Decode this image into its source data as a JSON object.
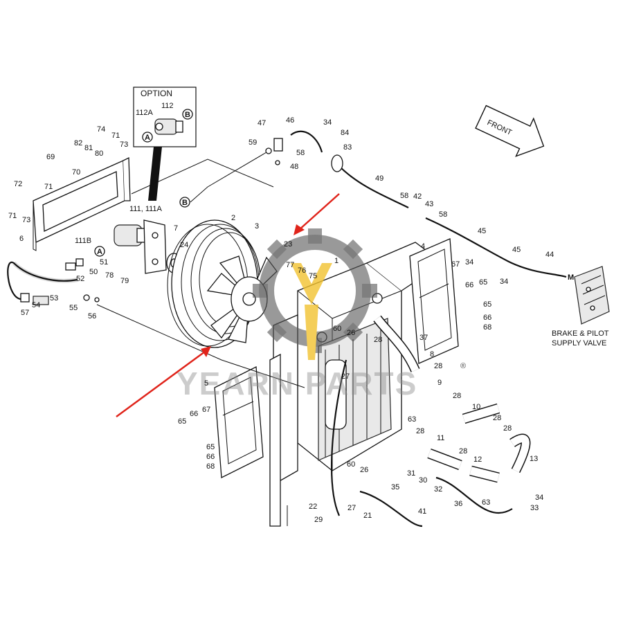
{
  "option_box": {
    "title": "OPTION",
    "labels": [
      "112",
      "112A"
    ],
    "marker_a": "A",
    "marker_b": "B"
  },
  "front_arrow_label": "FRONT",
  "valve_caption": [
    "BRAKE & PILOT",
    "SUPPLY VALVE"
  ],
  "valve_marker": "M",
  "watermark": {
    "text": "YEARN PARTS",
    "registered": "®",
    "accent_color": "#f2c230",
    "gear_color": "#555555"
  },
  "arrow_color": "#e0241b",
  "part_labels": [
    {
      "id": "l74",
      "text": "74"
    },
    {
      "id": "l71a",
      "text": "71"
    },
    {
      "id": "l82",
      "text": "82"
    },
    {
      "id": "l81",
      "text": "81"
    },
    {
      "id": "l80",
      "text": "80"
    },
    {
      "id": "l73a",
      "text": "73"
    },
    {
      "id": "l69",
      "text": "69"
    },
    {
      "id": "l70",
      "text": "70"
    },
    {
      "id": "l71b",
      "text": "71"
    },
    {
      "id": "l72",
      "text": "72"
    },
    {
      "id": "l71c",
      "text": "71"
    },
    {
      "id": "l73b",
      "text": "73"
    },
    {
      "id": "l6",
      "text": "6"
    },
    {
      "id": "l111",
      "text": "111, 111A"
    },
    {
      "id": "l7",
      "text": "7"
    },
    {
      "id": "l111b",
      "text": "111B"
    },
    {
      "id": "l24",
      "text": "24"
    },
    {
      "id": "l51",
      "text": "51"
    },
    {
      "id": "l50",
      "text": "50"
    },
    {
      "id": "l78",
      "text": "78"
    },
    {
      "id": "l79",
      "text": "79"
    },
    {
      "id": "l52",
      "text": "52"
    },
    {
      "id": "l53",
      "text": "53"
    },
    {
      "id": "l57",
      "text": "57"
    },
    {
      "id": "l54",
      "text": "54"
    },
    {
      "id": "l55",
      "text": "55"
    },
    {
      "id": "l56",
      "text": "56"
    },
    {
      "id": "l47",
      "text": "47"
    },
    {
      "id": "l46",
      "text": "46"
    },
    {
      "id": "l59",
      "text": "59"
    },
    {
      "id": "l58a",
      "text": "58"
    },
    {
      "id": "l48",
      "text": "48"
    },
    {
      "id": "l34a",
      "text": "34"
    },
    {
      "id": "l84",
      "text": "84"
    },
    {
      "id": "l83",
      "text": "83"
    },
    {
      "id": "l2",
      "text": "2"
    },
    {
      "id": "l3",
      "text": "3"
    },
    {
      "id": "l23",
      "text": "23"
    },
    {
      "id": "l77",
      "text": "77"
    },
    {
      "id": "l76",
      "text": "76"
    },
    {
      "id": "l75",
      "text": "75"
    },
    {
      "id": "l1",
      "text": "1"
    },
    {
      "id": "l49",
      "text": "49"
    },
    {
      "id": "l58b",
      "text": "58"
    },
    {
      "id": "l42",
      "text": "42"
    },
    {
      "id": "l43",
      "text": "43"
    },
    {
      "id": "l58c",
      "text": "58"
    },
    {
      "id": "l4",
      "text": "4"
    },
    {
      "id": "l45a",
      "text": "45"
    },
    {
      "id": "l34b",
      "text": "34"
    },
    {
      "id": "l45b",
      "text": "45"
    },
    {
      "id": "l44",
      "text": "44"
    },
    {
      "id": "l67a",
      "text": "67"
    },
    {
      "id": "l66a",
      "text": "66"
    },
    {
      "id": "l65a",
      "text": "65"
    },
    {
      "id": "l34c",
      "text": "34"
    },
    {
      "id": "l65b",
      "text": "65"
    },
    {
      "id": "l66b",
      "text": "66"
    },
    {
      "id": "l68a",
      "text": "68"
    },
    {
      "id": "l60a",
      "text": "60"
    },
    {
      "id": "l26a",
      "text": "26"
    },
    {
      "id": "l28a",
      "text": "28"
    },
    {
      "id": "l37",
      "text": "37"
    },
    {
      "id": "l8",
      "text": "8"
    },
    {
      "id": "l28b",
      "text": "28"
    },
    {
      "id": "l27a",
      "text": "27"
    },
    {
      "id": "l9",
      "text": "9"
    },
    {
      "id": "l5",
      "text": "5"
    },
    {
      "id": "l67b",
      "text": "67"
    },
    {
      "id": "l66c",
      "text": "66"
    },
    {
      "id": "l65c",
      "text": "65"
    },
    {
      "id": "l28c",
      "text": "28"
    },
    {
      "id": "l10",
      "text": "10"
    },
    {
      "id": "l63a",
      "text": "63"
    },
    {
      "id": "l28d",
      "text": "28"
    },
    {
      "id": "l28e",
      "text": "28"
    },
    {
      "id": "l11",
      "text": "11"
    },
    {
      "id": "l28f",
      "text": "28"
    },
    {
      "id": "l28g",
      "text": "28"
    },
    {
      "id": "l12",
      "text": "12"
    },
    {
      "id": "l13",
      "text": "13"
    },
    {
      "id": "l65d",
      "text": "65"
    },
    {
      "id": "l66d",
      "text": "66"
    },
    {
      "id": "l68b",
      "text": "68"
    },
    {
      "id": "l60b",
      "text": "60"
    },
    {
      "id": "l26b",
      "text": "26"
    },
    {
      "id": "l31",
      "text": "31"
    },
    {
      "id": "l30",
      "text": "30"
    },
    {
      "id": "l32",
      "text": "32"
    },
    {
      "id": "l63b",
      "text": "63"
    },
    {
      "id": "l35",
      "text": "35"
    },
    {
      "id": "l36",
      "text": "36"
    },
    {
      "id": "l34d",
      "text": "34"
    },
    {
      "id": "l33",
      "text": "33"
    },
    {
      "id": "l22",
      "text": "22"
    },
    {
      "id": "l27b",
      "text": "27"
    },
    {
      "id": "l29",
      "text": "29"
    },
    {
      "id": "l21",
      "text": "21"
    },
    {
      "id": "l41",
      "text": "41"
    }
  ]
}
